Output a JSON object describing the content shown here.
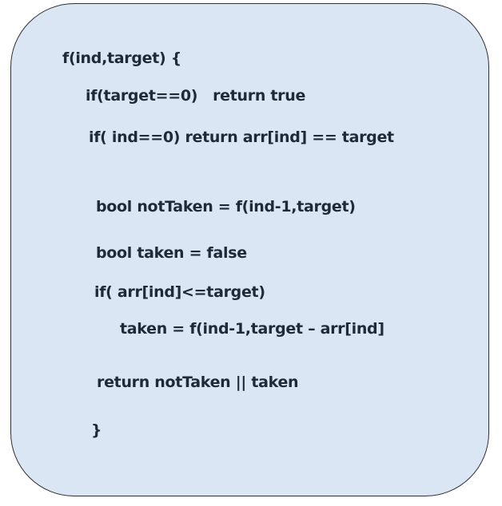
{
  "theme": {
    "page_bg": "#ffffff",
    "box_bg": "#dae6f3",
    "box_border": "#2f2f2f",
    "text_color": "#1f2a38"
  },
  "code": {
    "lines": [
      "f(ind,target) {",
      "if(target==0)   return true",
      "if( ind==0) return arr[ind] == target",
      "bool notTaken = f(ind-1,target)",
      "bool taken = false",
      "if( arr[ind]<=target)",
      "taken = f(ind-1,target – arr[ind]",
      "return notTaken || taken",
      "}"
    ]
  }
}
